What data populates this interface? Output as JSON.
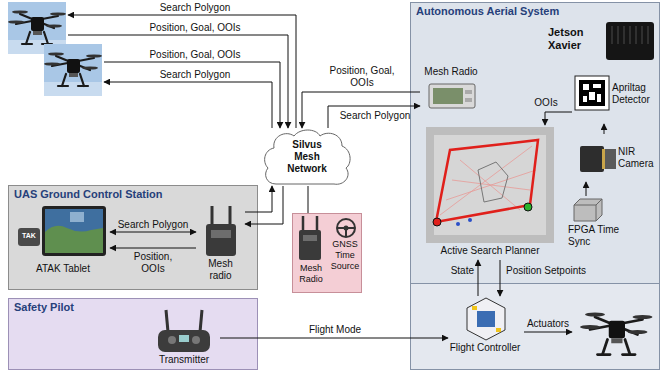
{
  "diagram": {
    "nodes": [
      {
        "text": [
          "Autonomous Aerial System"
        ]
      },
      {
        "text": [
          "Mesh Radio"
        ],
        "in": 0
      },
      {
        "text": [
          "Jetson Xavier"
        ],
        "in": 0
      },
      {
        "text": [
          "Apriltag Detector"
        ],
        "in": 0
      },
      {
        "text": [
          "NIR Camera"
        ],
        "in": 0
      },
      {
        "text": [
          "FPGA Time Sync"
        ],
        "in": 0
      },
      {
        "text": [
          "Active Search Planner"
        ],
        "in": 0
      },
      {
        "text": [
          "Flight Controller"
        ],
        "in": 0
      },
      {
        "text": [
          "Silvus Mesh Network"
        ]
      },
      {
        "text": [
          "UAS Ground Control Station"
        ]
      },
      {
        "text": [
          "ATAK Tablet"
        ],
        "in": 9
      },
      {
        "text": [
          "Mesh radio"
        ],
        "in": 9
      },
      {
        "text": [
          "Mesh Radio",
          "GNSS Time Source"
        ]
      },
      {
        "text": [
          "Safety Pilot"
        ]
      },
      {
        "text": [
          "Transmitter"
        ],
        "in": 13
      }
    ],
    "edges": [
      {
        "from": 10,
        "to": 11,
        "label": "Search Polygon",
        "arrow": "both"
      },
      {
        "from": 11,
        "to": 10,
        "label": "Position, OOIs",
        "arrow": "to"
      },
      {
        "from": 11,
        "to": 8,
        "arrow": "to"
      },
      {
        "from": 8,
        "to": 11,
        "arrow": "to"
      },
      {
        "from": 12,
        "to": 8,
        "arrow": "none"
      },
      {
        "from": 1,
        "to": 8,
        "label": "Position, Goal, OOIs",
        "arrow": "to"
      },
      {
        "from": 8,
        "to": 1,
        "label": "Search Polygon",
        "arrow": "to"
      },
      {
        "from": 3,
        "to": 6,
        "label": "OOIs",
        "arrow": "to"
      },
      {
        "from": 4,
        "to": 3,
        "arrow": "to"
      },
      {
        "from": 5,
        "to": 4,
        "arrow": "to"
      },
      {
        "from": 6,
        "to": 7,
        "label": "Position Setpoints",
        "arrow": "to"
      },
      {
        "from": 7,
        "to": 6,
        "label": "State",
        "arrow": "to"
      },
      {
        "from": 14,
        "to": 7,
        "label": "Flight Mode",
        "arrow": "to"
      }
    ],
    "labels": [
      "Search Polygon",
      "Position, Goal, OOIs",
      "Position, Goal, OOIs",
      "Search Polygon",
      "Actuators",
      "TAK"
    ]
  }
}
